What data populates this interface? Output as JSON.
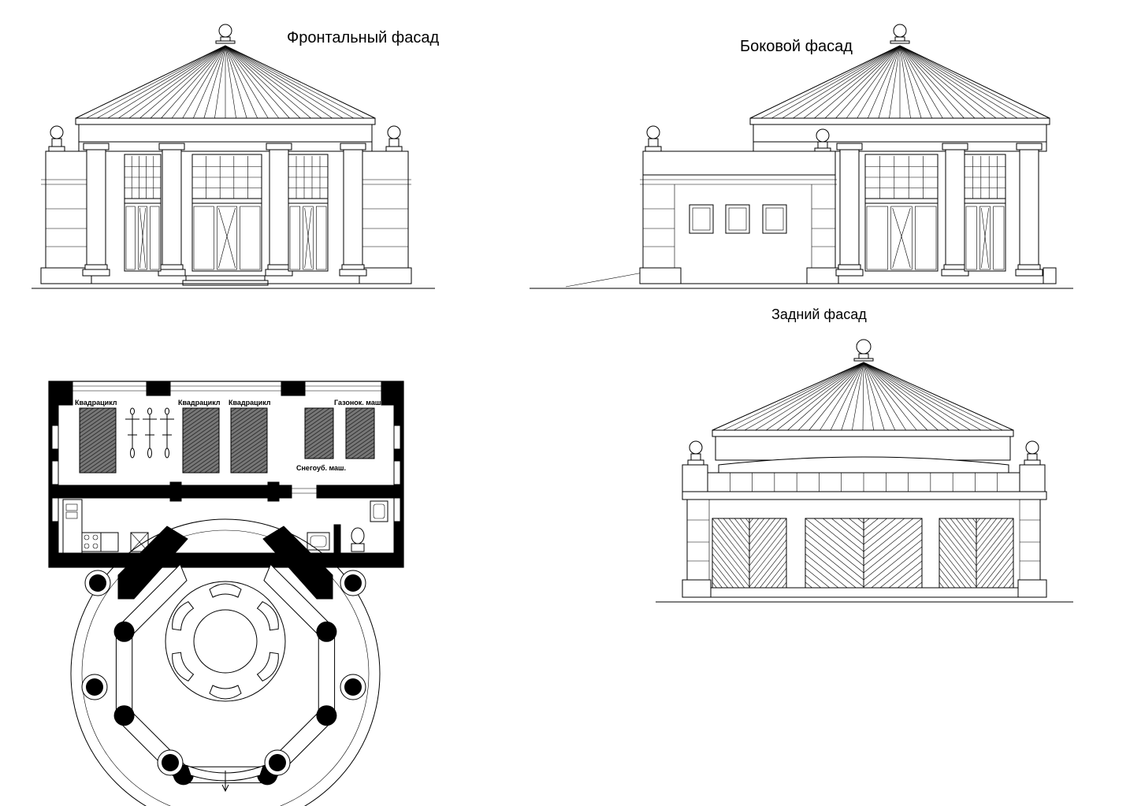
{
  "drawings": {
    "front_facade": {
      "title": "Фронтальный фасад"
    },
    "side_facade": {
      "title": "Боковой фасад"
    },
    "rear_facade": {
      "title": "Задний фасад"
    }
  },
  "floor_plan": {
    "labels": {
      "quad_1": "Квадрацикл",
      "quad_2": "Квадрацикл",
      "quad_3": "Квадрацикл",
      "lawn_mower": "Газонок. маш.",
      "snow_blower": "Снегоуб. маш."
    }
  }
}
